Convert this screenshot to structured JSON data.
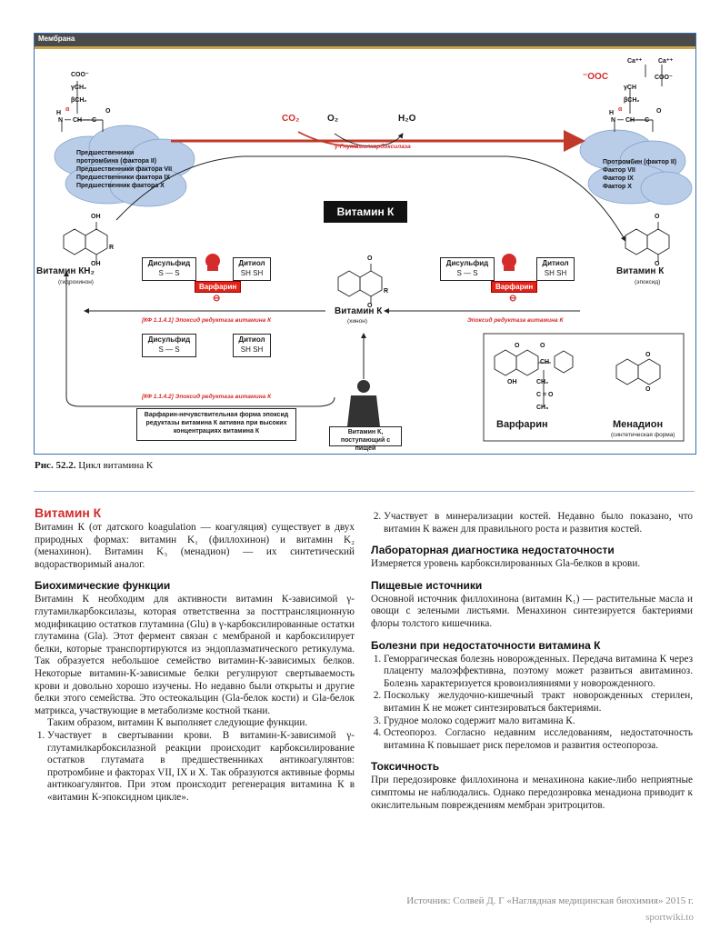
{
  "figure": {
    "membrane_label": "Мембрана",
    "enzyme_label": "γ-Глутамилкарбоксилаза",
    "co2": "CO₂",
    "o2": "O₂",
    "h2o": "H₂O",
    "left_cloud": [
      "Предшественники",
      "протромбина (фактора II)",
      "Предшественники фактора VII",
      "Предшественники фактора IX",
      "Предшественник фактора X"
    ],
    "right_cloud": [
      "Протромбин (фактор II)",
      "Фактор VII",
      "Фактор IX",
      "Фактор X"
    ],
    "left_struct": [
      "COO⁻",
      "γCH₂",
      "βCH₂",
      "α",
      "H",
      "N — CH — C",
      "O"
    ],
    "right_struct_top": [
      "Ca⁺⁺",
      "Ca⁺⁺"
    ],
    "right_struct_labels": [
      "⁻OOC",
      "COO⁻",
      "γCH",
      "βCH₂",
      "α",
      "H",
      "N — CH — C",
      "O"
    ],
    "center_title": "Витамин К",
    "kh2_title": "Витамин КH₂",
    "kh2_sub": "(гидрохинон)",
    "quinone_title": "Витамин К",
    "quinone_sub": "(хинон)",
    "epoxide_title": "Витамин К",
    "epoxide_sub": "(эпоксид)",
    "oh": "OH",
    "r": "R",
    "o": "O",
    "disulfide": "Дисульфид",
    "dithiol": "Дитиол",
    "ss": "S — S",
    "shsh": "SH  SH",
    "warfarin_badge": "Варфарин",
    "minus": "⊖",
    "enzyme_left": "[КФ 1.1.4.1] Эпоксид редуктаза витамина К",
    "enzyme_right": "Эпоксид редуктаза витамина К",
    "enzyme_bottom": "[КФ 1.1.4.2] Эпоксид редуктаза витамина К",
    "warfarin_note": "Варфарин-нечувствительная форма эпоксид редуктазы витамина К активна при высоких концентрациях витамина К",
    "food_box": "Витамин К, поступающий с пищей",
    "warfarin_struct_label": "Варфарин",
    "menadione_label": "Менадион",
    "menadione_sub": "(синтетическая форма)",
    "warf_struct_atoms": [
      "O",
      "O",
      "OH",
      "CH",
      "CH₂",
      "C = O",
      "CH₃"
    ]
  },
  "caption": {
    "label": "Рис. 52.2.",
    "text": "Цикл витамина К"
  },
  "left_col": {
    "title": "Витамин К",
    "intro": "Витамин К (от датского koagulation — коагуляция) существует в двух природных формах: витамин K₁ (филлохинон) и витамин K₂ (менахинон). Витамин K₃ (менадион) — их синтетический водорастворимый аналог.",
    "h_bio": "Биохимические функции",
    "bio": "Витамин К необходим для активности витамин К-зависимой γ-глутамилкарбоксилазы, которая ответственна за посттрансляционную модификацию остатков глутамина (Glu) в γ-карбоксилированные остатки глутамина (Gla). Этот фермент связан с мембраной и карбоксилирует белки, которые транспортируются из эндоплазматического ретикулума. Так образуется небольшое семейство витамин-К-зависимых белков. Некоторые витамин-К-зависимые белки регулируют свертываемость крови и довольно хорошо изучены. Но недавно были открыты и другие белки этого семейства. Это остеокальцин (Gla-белок кости) и Gla-белок матрикса, участвующие в метаболизме костной ткани.",
    "bio2": "Таким образом, витамин К выполняет следующие функции.",
    "item1": "Участвует в свертывании крови. В витамин-К-зависимой γ-глутамилкарбоксилазной реакции происходит карбоксилирование остатков глутамата в предшественниках антикоагулянтов: протромбине и факторах VII, IX и X. Так образуются активные формы антикоагулянтов. При этом происходит регенерация витамина К в «витамин К-эпоксидном цикле»."
  },
  "right_col": {
    "item2": "Участвует в минерализации костей. Недавно было показано, что витамин К важен для правильного роста и развития костей.",
    "h_lab": "Лабораторная диагностика недостаточности",
    "lab": "Измеряется уровень карбоксилированных Gla-белков в крови.",
    "h_food": "Пищевые источники",
    "food": "Основной источник филлохинона (витамин K₁) — растительные масла и овощи с зелеными листьями. Менахинон синтезируется бактериями флоры толстого кишечника.",
    "h_dis": "Болезни при недостаточности витамина К",
    "d1": "Геморрагическая болезнь новорожденных. Передача витамина К через плаценту малоэффективна, поэтому может развиться авитаминоз. Болезнь характеризуется кровоизлияниями у новорожденного.",
    "d2": "Поскольку желудочно-кишечный тракт новорожденных стерилен, витамин К не может синтезироваться бактериями.",
    "d3": "Грудное молоко содержит мало витамина К.",
    "d4": "Остеопороз. Согласно недавним исследованиям, недостаточность витамина К повышает риск переломов и развития остеопороза.",
    "h_tox": "Токсичность",
    "tox": "При передозировке филлохинона и менахинона какие-либо неприятные симптомы не наблюдались. Однако передозировка менадиона приводит к окислительным повреждениям мембран эритроцитов."
  },
  "footer": {
    "source": "Источник: Солвей Д. Г «Наглядная медицинская биохимия» 2015 г.",
    "site": "sportwiki.to"
  }
}
